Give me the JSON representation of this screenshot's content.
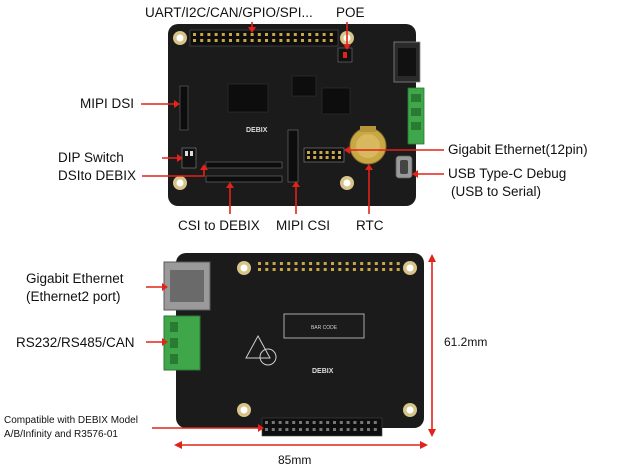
{
  "top_board": {
    "labels": {
      "uart": "UART/I2C/CAN/GPIO/SPI...",
      "poe": "POE",
      "mipi_dsi": "MIPI DSI",
      "dip_switch": "DIP Switch",
      "dsi_to_debix": "DSIto DEBIX",
      "csi_to_debix": "CSI to DEBIX",
      "mipi_csi": "MIPI CSI",
      "rtc": "RTC",
      "gigabit_12pin": "Gigabit Ethernet(12pin)",
      "usb_typec_line1": "USB Type-C Debug",
      "usb_typec_line2": "(USB to Serial)"
    },
    "silk_logo": "DEBIX"
  },
  "bottom_board": {
    "labels": {
      "gigabit_line1": "Gigabit Ethernet",
      "gigabit_line2": "(Ethernet2 port)",
      "rs232": "RS232/RS485/CAN",
      "compat_line1": "Compatible with DEBIX Model",
      "compat_line2": "A/B/Infinity and R3576-01"
    },
    "barcode_text": "BAR CODE",
    "silk_logo": "DEBIX",
    "dimensions": {
      "height": "61.2mm",
      "width": "85mm"
    }
  },
  "colors": {
    "annotation_red": "#e2231a",
    "board_black": "#1b1b1b",
    "terminal_green": "#3fa64a",
    "gold_pad": "#c9a646"
  }
}
